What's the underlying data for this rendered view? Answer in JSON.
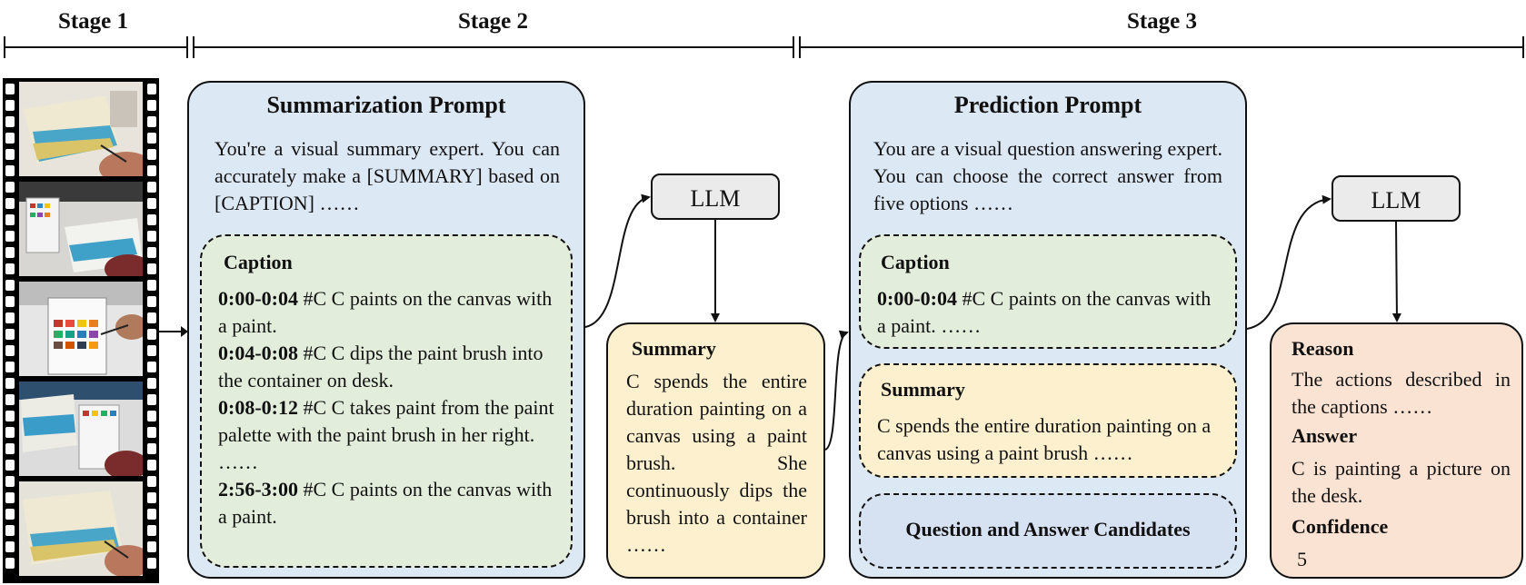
{
  "stages": [
    "Stage 1",
    "Stage 2",
    "Stage 3"
  ],
  "summarization": {
    "title": "Summarization Prompt",
    "intro": "You're a visual summary expert. You can accurately make a [SUMMARY] based on [CAPTION] ……",
    "caption_heading": "Caption",
    "captions": [
      {
        "time": "0:00-0:04",
        "text": " #C C paints on the canvas with a paint."
      },
      {
        "time": "0:04-0:08",
        "text": " #C C dips the paint brush into the container on desk."
      },
      {
        "time": "0:08-0:12",
        "text": " #C C takes paint from the paint palette with the paint brush in her right."
      },
      {
        "time": "",
        "text": "……"
      },
      {
        "time": "2:56-3:00",
        "text": " #C C paints on the canvas with a paint."
      }
    ]
  },
  "llm_label": "LLM",
  "summary_box": {
    "heading": "Summary",
    "text": "C spends the entire duration painting on a canvas using a paint brush. She continuously dips the brush into a container ……"
  },
  "prediction": {
    "title": "Prediction Prompt",
    "intro": "You are a visual question answering expert. You can choose the correct answer from five options ……",
    "caption_heading": "Caption",
    "caption_time": "0:00-0:04",
    "caption_text": " #C C paints on the canvas with a paint. ……",
    "summary_heading": "Summary",
    "summary_text": "C spends the entire duration painting on a canvas using a paint brush ……",
    "qa_label": "Question and Answer Candidates"
  },
  "output": {
    "reason_heading": "Reason",
    "reason_text": "The actions described in the captions ……",
    "answer_heading": "Answer",
    "answer_text": "C is painting a picture on the desk.",
    "confidence_heading": "Confidence",
    "confidence_value": "5"
  },
  "colors": {
    "prompt_blue": "#dde8f5",
    "caption_green": "#e2eedb",
    "summary_yellow": "#fdf0cf",
    "output_peach": "#fbe3d4",
    "llm_gray": "#ebebeb"
  }
}
